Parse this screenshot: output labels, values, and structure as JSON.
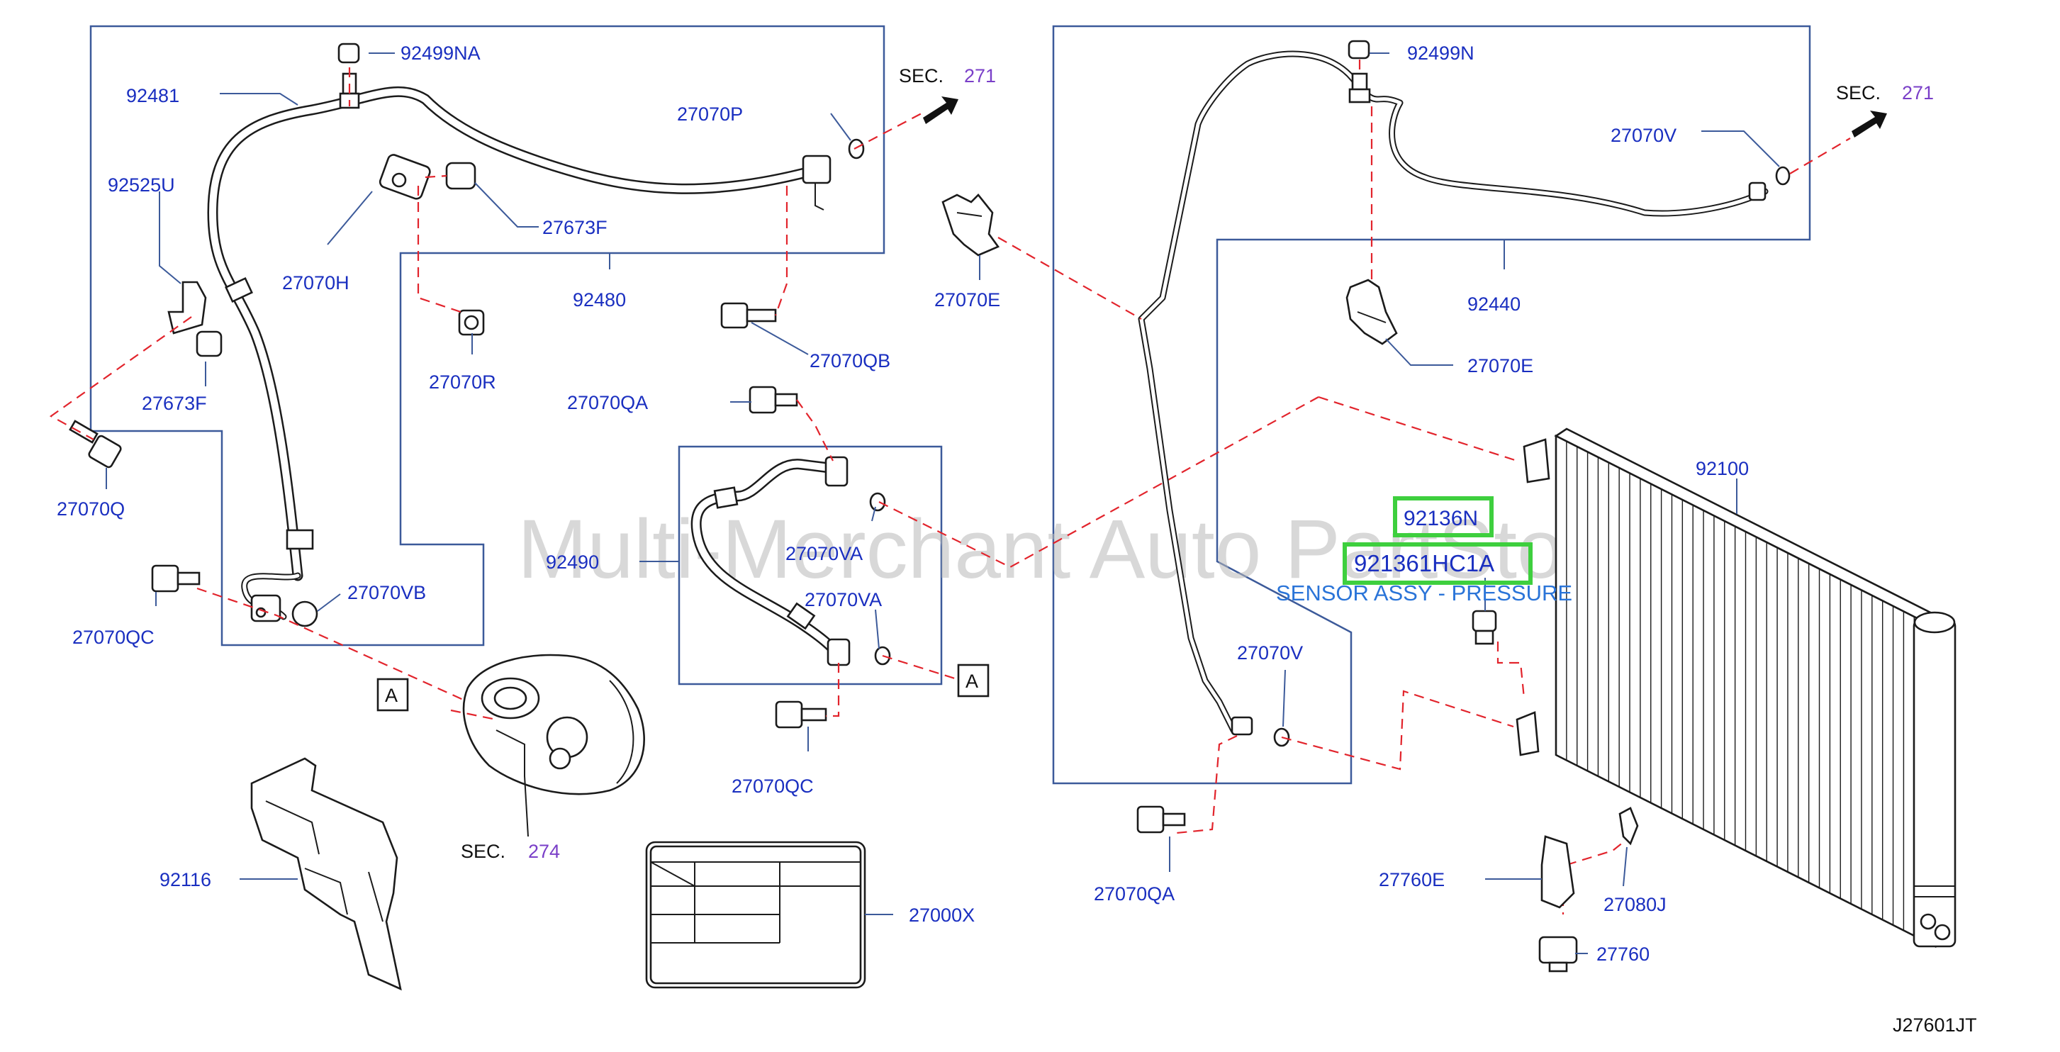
{
  "diagram_id": "J27601JT",
  "watermark": "Multi-Merchant Auto PartStore",
  "sections": {
    "sec_label": "SEC.",
    "sec_271": "271",
    "sec_274": "274"
  },
  "refs": {
    "a": "A"
  },
  "parts": {
    "p92499NA": "92499NA",
    "p92481": "92481",
    "p27070P": "27070P",
    "p92525U": "92525U",
    "p27673F_a": "27673F",
    "p27070H": "27070H",
    "p92480": "92480",
    "p27673F_b": "27673F",
    "p27070R": "27070R",
    "p27070QB": "27070QB",
    "p27070Q": "27070Q",
    "p27070QA_a": "27070QA",
    "p92490": "92490",
    "p27070VA_a": "27070VA",
    "p27070VA_b": "27070VA",
    "p27070VB": "27070VB",
    "p27070QC_a": "27070QC",
    "p27070QC_b": "27070QC",
    "p92116": "92116",
    "p27000X": "27000X",
    "p27070E_a": "27070E",
    "p92499N": "92499N",
    "p27070V_a": "27070V",
    "p92440": "92440",
    "p27070E_b": "27070E",
    "p92100": "92100",
    "p92136N": "92136N",
    "p921361HC1A": "921361HC1A",
    "sensor_desc": "SENSOR ASSY - PRESSURE",
    "p27070V_b": "27070V",
    "p27070QA_b": "27070QA",
    "p27760E": "27760E",
    "p27080J": "27080J",
    "p27760": "27760"
  },
  "colors": {
    "label": "#1a2fc0",
    "dash": "#e2242c",
    "highlight": "#3ecf3e",
    "section": "#7a3fc8"
  }
}
